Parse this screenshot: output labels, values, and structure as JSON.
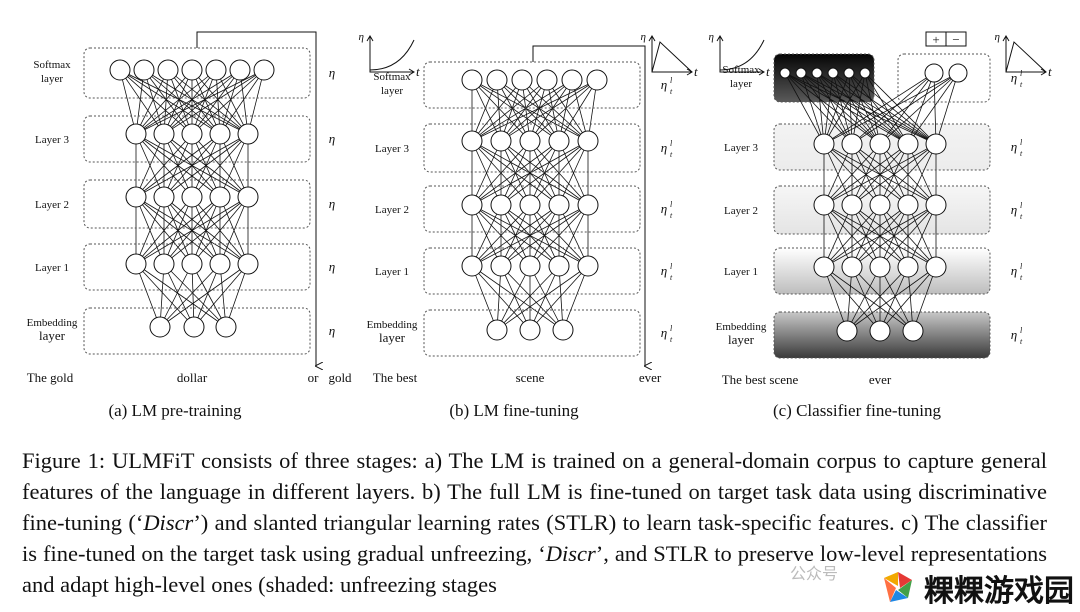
{
  "panels": [
    {
      "id": "a",
      "subtitle": "(a) LM pre-training",
      "layers": [
        "Softmax\nlayer",
        "Layer 3",
        "Layer 2",
        "Layer 1",
        "Embedding\nlayer"
      ],
      "lr_label": "η",
      "words": [
        "The gold",
        "dollar",
        "or",
        "gold"
      ]
    },
    {
      "id": "b",
      "subtitle": "(b) LM fine-tuning",
      "layers": [
        "Softmax\nlayer",
        "Layer 3",
        "Layer 2",
        "Layer 1",
        "Embedding\nlayer"
      ],
      "lr_label": "η",
      "lr_sup": "l",
      "lr_sub": "t",
      "words": [
        "The best",
        "scene",
        "ever"
      ]
    },
    {
      "id": "c",
      "subtitle": "(c) Classifier fine-tuning",
      "layers": [
        "Softmax\nlayer",
        "Layer 3",
        "Layer 2",
        "Layer 1",
        "Embedding\nlayer"
      ],
      "lr_label": "η",
      "lr_sup": "l",
      "lr_sub": "t",
      "words": [
        "The best scene",
        "ever"
      ],
      "output_labels": [
        "+",
        "−"
      ]
    }
  ],
  "axis": {
    "eta": "η",
    "t": "t"
  },
  "caption": {
    "lead": "Figure 1: ULMFiT consists of three stages: a) The LM is trained on a general-domain corpus to capture general features of the language in different layers. b) The full LM is fine-tuned on target task data using discriminative fine-tuning (‘",
    "discr1": "Discr",
    "mid": "’) and slanted triangular learning rates (STLR) to learn task-specific features. c) The classifier is fine-tuned on the target task using gradual unfreezing, ‘",
    "discr2": "Discr",
    "tail": "’, and STLR to preserve low-level representations and adapt high-level ones (shaded: unfreezing stages"
  },
  "watermark": {
    "text": "粿粿游戏园",
    "faint": "公众号"
  }
}
